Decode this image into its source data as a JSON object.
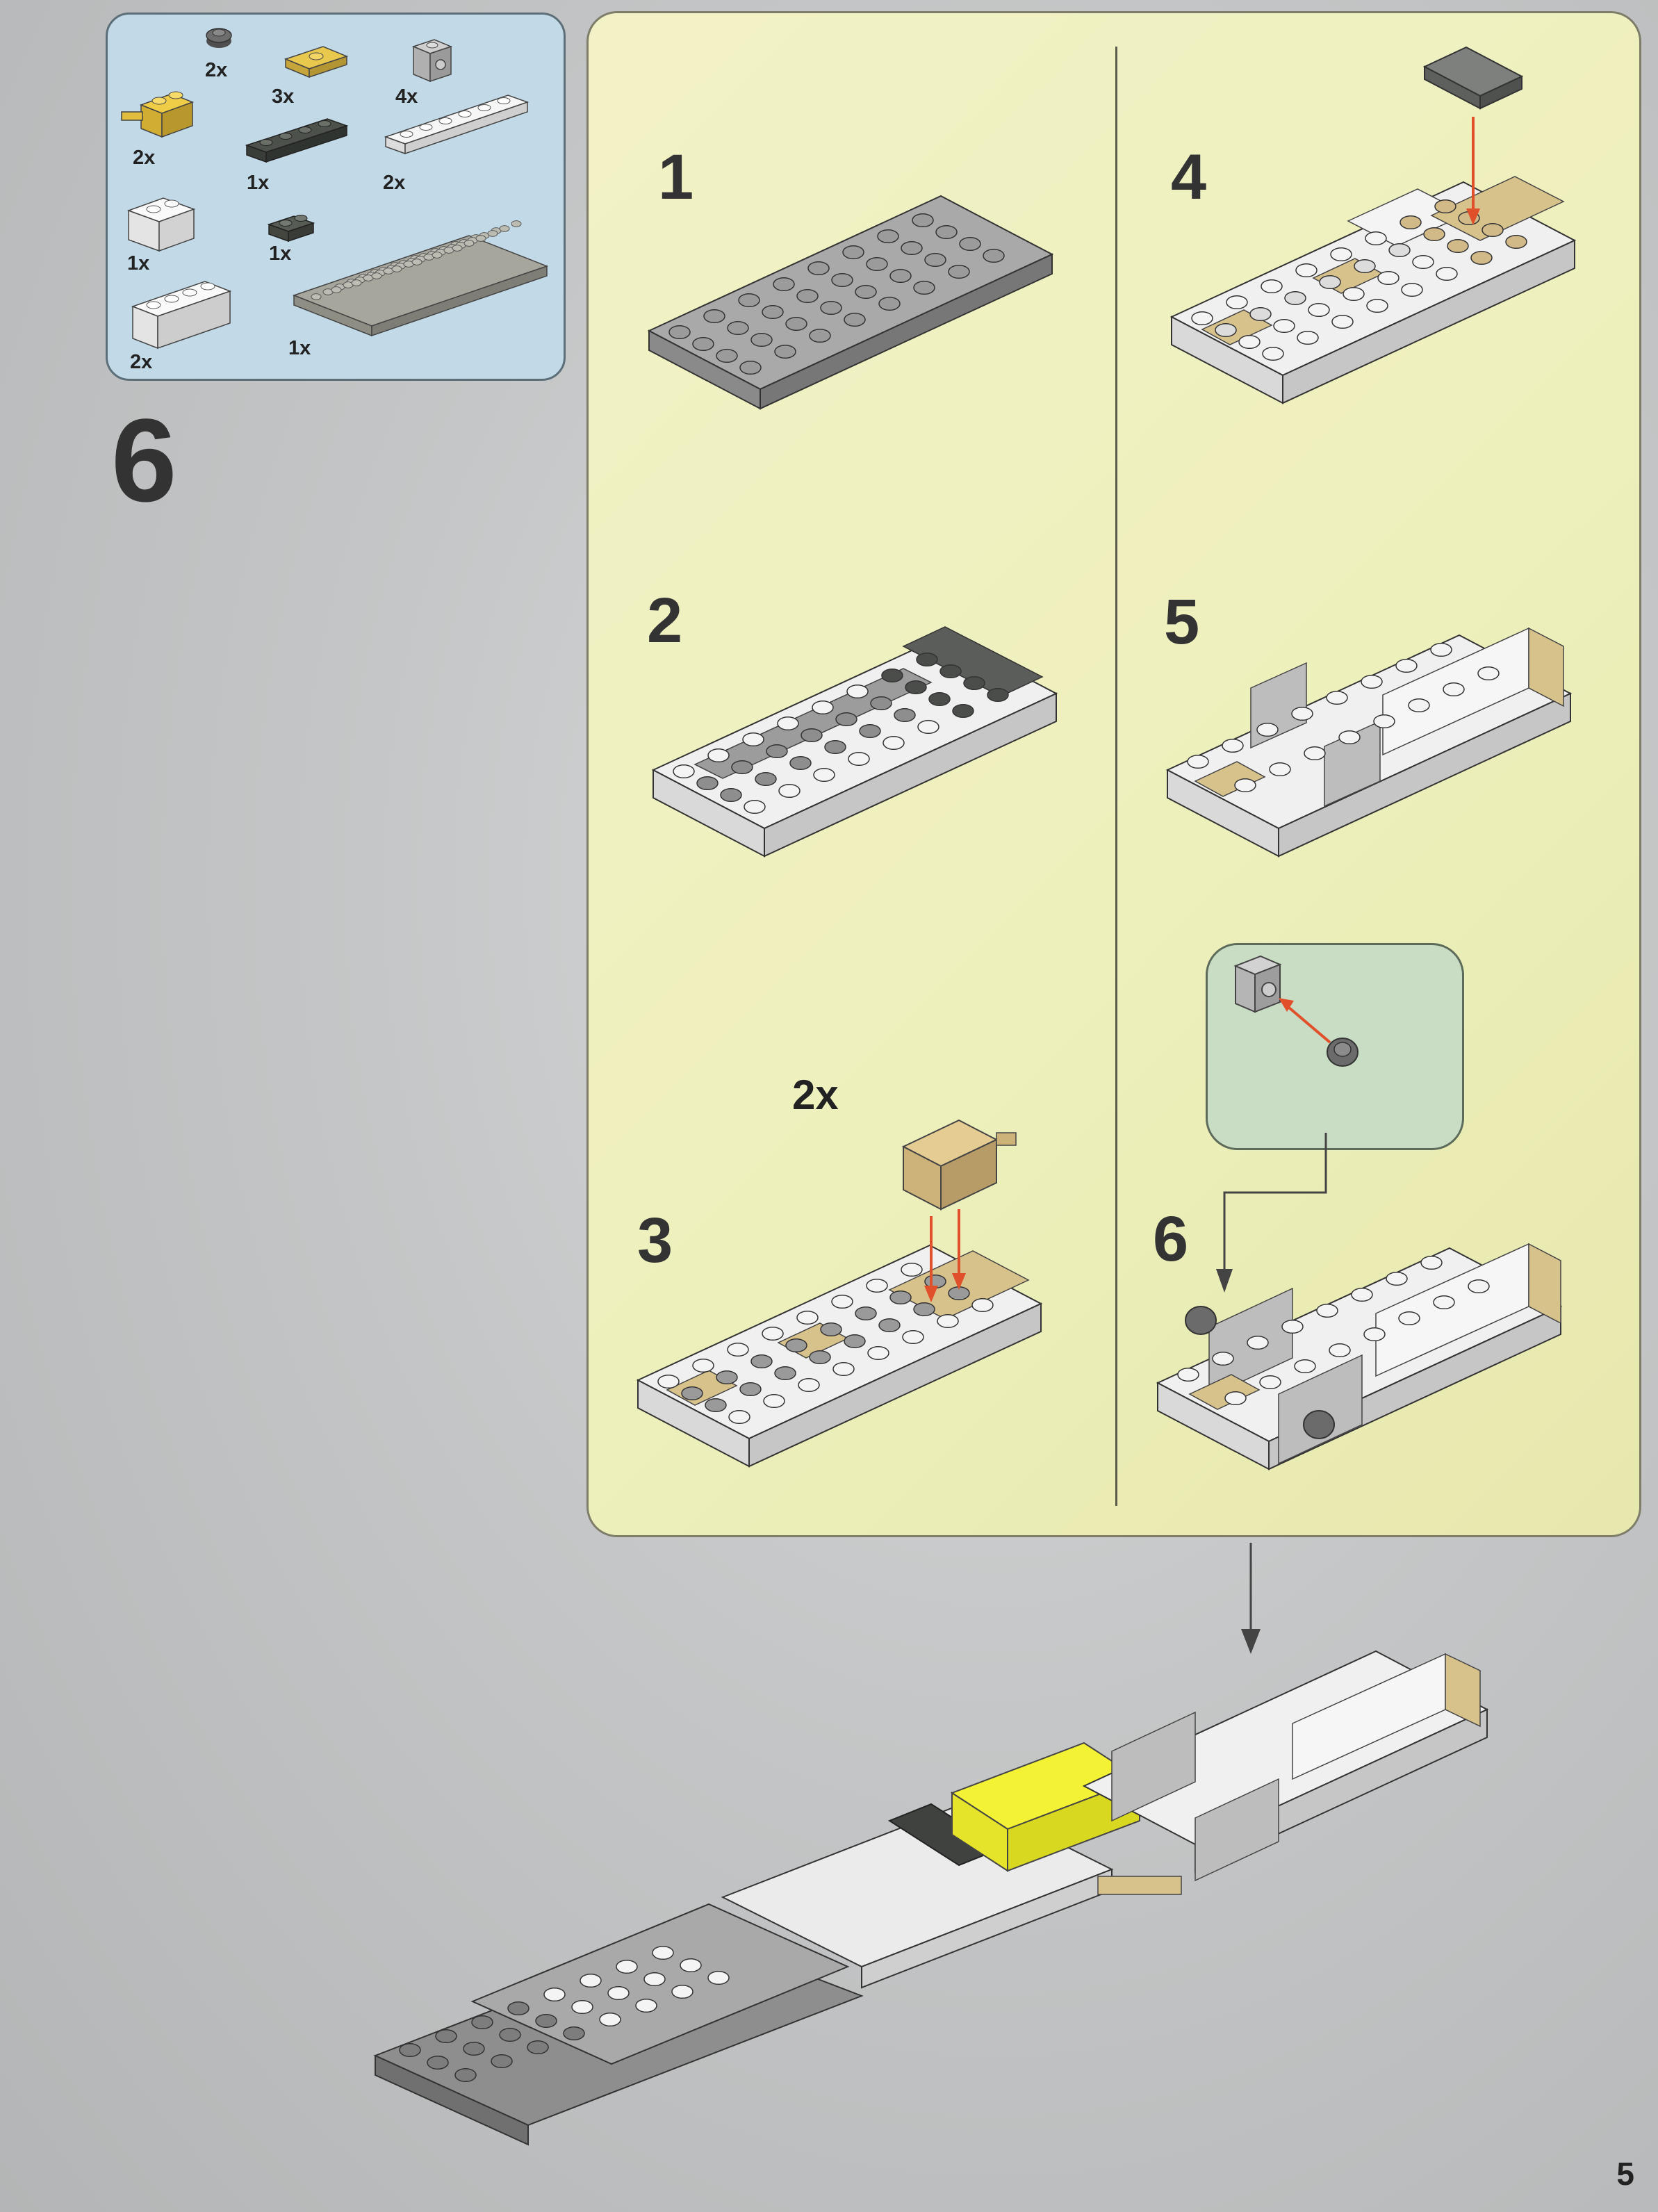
{
  "parts_list": {
    "items": [
      {
        "name": "round-plate-gray",
        "qty": "2x",
        "color": "#5b5b5b"
      },
      {
        "name": "plate-1x2-jumper-tan",
        "qty": "3x",
        "color": "#e2c04f"
      },
      {
        "name": "brick-1x1-headlight-gray",
        "qty": "4x",
        "color": "#b3b3b3"
      },
      {
        "name": "brick-1x2-pin-tan",
        "qty": "2x",
        "color": "#e5c040"
      },
      {
        "name": "plate-1x4-dark-gray",
        "qty": "1x",
        "color": "#484d47"
      },
      {
        "name": "plate-1x6-white",
        "qty": "2x",
        "color": "#f4f4f4"
      },
      {
        "name": "brick-1x2-white",
        "qty": "1x",
        "color": "#f4f4f4"
      },
      {
        "name": "plate-1x2-dark-gray",
        "qty": "1x",
        "color": "#545a52"
      },
      {
        "name": "brick-1x4-white",
        "qty": "2x",
        "color": "#f4f4f4"
      },
      {
        "name": "plate-6x8-gray",
        "qty": "1x",
        "color": "#9c9b92"
      }
    ]
  },
  "main_step": "6",
  "substeps": [
    "1",
    "2",
    "3",
    "4",
    "5",
    "6"
  ],
  "callout": {
    "qty": "2x"
  },
  "page_number": "5",
  "colors": {
    "white_piece": "#f4f4f4",
    "gray_piece": "#aaaaaa",
    "dark_gray_piece": "#5a5d59",
    "tan_piece": "#d8c28c",
    "yellow_piece": "#f0ef2a",
    "arrow_orange": "#e0502a",
    "panel_yellow": "#eef0bc",
    "parts_blue": "#c2d9e7",
    "callout_green": "#c9dcc4"
  }
}
